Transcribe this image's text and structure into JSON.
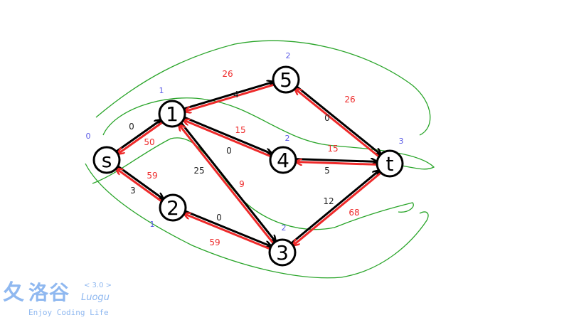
{
  "colors": {
    "forward": "#000000",
    "residual": "#ee2a2a",
    "level": "#5a5ae6",
    "cut": "#2aa52a",
    "logo": "#8fb8f0"
  },
  "nodes": [
    {
      "id": "s",
      "label": "s",
      "level": "0"
    },
    {
      "id": "1",
      "label": "1",
      "level": "1"
    },
    {
      "id": "2",
      "label": "2",
      "level": "1"
    },
    {
      "id": "3",
      "label": "3",
      "level": "2"
    },
    {
      "id": "4",
      "label": "4",
      "level": "2"
    },
    {
      "id": "5",
      "label": "5",
      "level": "2"
    },
    {
      "id": "t",
      "label": "t",
      "level": "3"
    }
  ],
  "forward_edges": [
    {
      "from": "s",
      "to": "1",
      "label": "0"
    },
    {
      "from": "s",
      "to": "2",
      "label": "3"
    },
    {
      "from": "1",
      "to": "5",
      "label": "4"
    },
    {
      "from": "1",
      "to": "4",
      "label": "0"
    },
    {
      "from": "1",
      "to": "3",
      "label": "25"
    },
    {
      "from": "2",
      "to": "3",
      "label": "0"
    },
    {
      "from": "4",
      "to": "t",
      "label": "5"
    },
    {
      "from": "3",
      "to": "t",
      "label": "12"
    },
    {
      "from": "5",
      "to": "t",
      "label": "0"
    }
  ],
  "residual_edges": [
    {
      "from": "5",
      "to": "1",
      "label": "26"
    },
    {
      "from": "1",
      "to": "s",
      "label": "50"
    },
    {
      "from": "4",
      "to": "1",
      "label": "15"
    },
    {
      "from": "3",
      "to": "1",
      "label": "9"
    },
    {
      "from": "2",
      "to": "s",
      "label": "59"
    },
    {
      "from": "3",
      "to": "2",
      "label": "59"
    },
    {
      "from": "t",
      "to": "5",
      "label": "26"
    },
    {
      "from": "t",
      "to": "4",
      "label": "15"
    },
    {
      "from": "t",
      "to": "3",
      "label": "68"
    }
  ],
  "logo": {
    "mark": "夂",
    "name": "洛谷",
    "version": "< 3.0 >",
    "english": "Luogu",
    "slogan": "Enjoy Coding Life"
  }
}
